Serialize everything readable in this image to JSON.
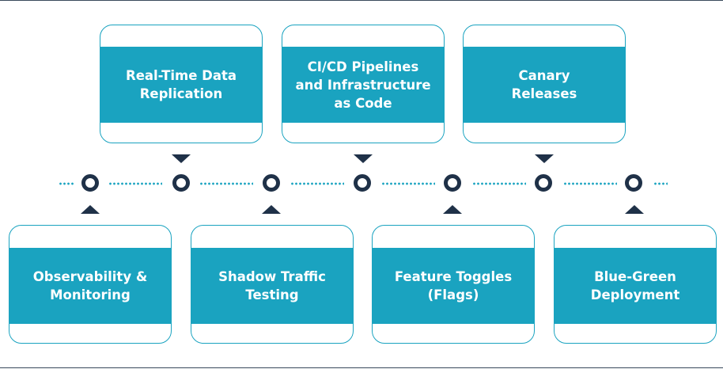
{
  "colors": {
    "accent": "#1aa3c0",
    "node": "#1f3148",
    "frame": "#3a4a5c"
  },
  "top_cards": [
    {
      "label": "Real-Time Data\nReplication"
    },
    {
      "label": "CI/CD Pipelines\nand Infrastructure\nas Code"
    },
    {
      "label": "Canary\nReleases"
    }
  ],
  "bottom_cards": [
    {
      "label": "Observability &\nMonitoring"
    },
    {
      "label": "Shadow Traffic\nTesting"
    },
    {
      "label": "Feature Toggles\n(Flags)"
    },
    {
      "label": "Blue-Green\nDeployment"
    }
  ]
}
